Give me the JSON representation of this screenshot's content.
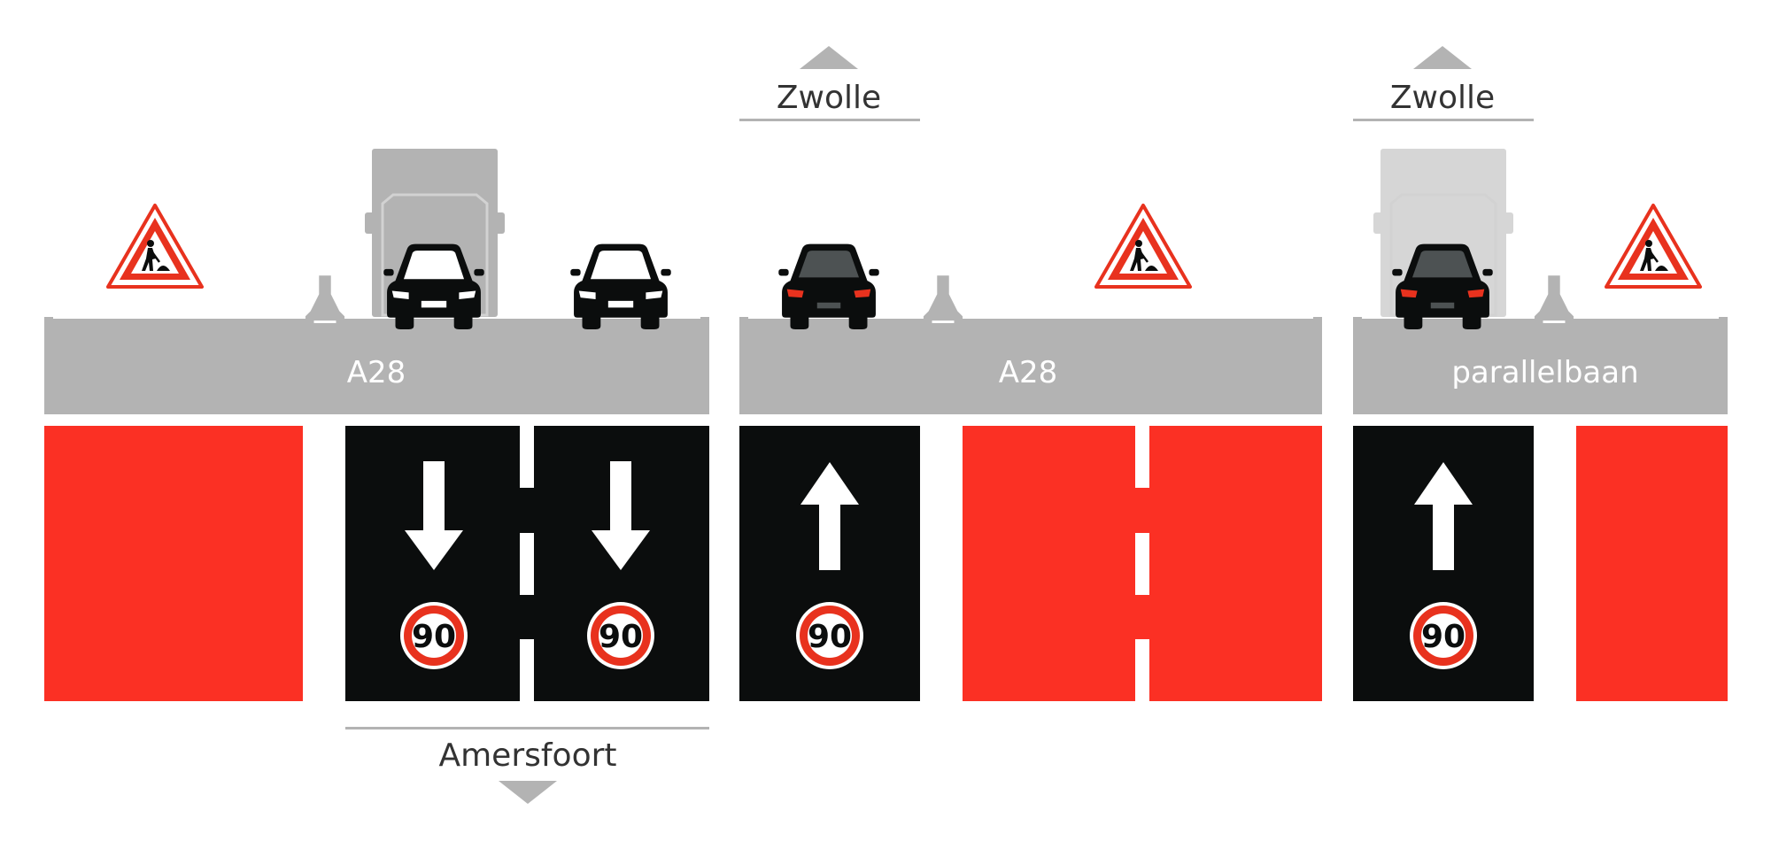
{
  "colors": {
    "closed_lane": "#fb3024",
    "open_lane": "#0b0d0d",
    "road_gray": "#b3b3b3",
    "sign_red": "#e8321e",
    "label_text": "#333333"
  },
  "sections": [
    {
      "road_label": "A28",
      "direction_label": "Amersfoort",
      "lanes": [
        "closed",
        "gap",
        "open-down",
        "open-down"
      ]
    },
    {
      "road_label": "A28",
      "direction_label": "Zwolle",
      "lanes": [
        "open-up",
        "gap",
        "closed",
        "closed"
      ]
    },
    {
      "road_label": "parallelbaan",
      "direction_label": "Zwolle",
      "lanes": [
        "open-up",
        "gap",
        "closed"
      ]
    }
  ],
  "speed_limit": "90",
  "icons": [
    "roadwork-warning-sign-icon",
    "car-front-icon",
    "car-rear-icon",
    "truck-icon",
    "road-barrier-icon",
    "lane-arrow-icon",
    "speed-limit-sign-icon",
    "direction-triangle-icon"
  ]
}
